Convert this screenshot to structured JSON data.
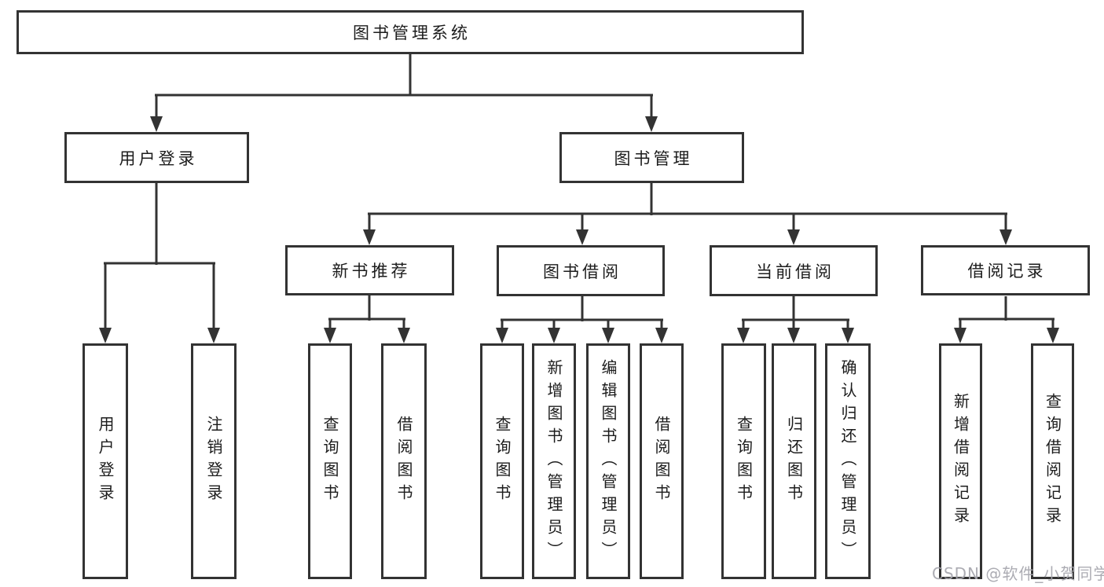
{
  "tree": {
    "root": {
      "label": "图书管理系统"
    },
    "branches": [
      {
        "label": "用户登录",
        "children": [
          {
            "label": "用户登录"
          },
          {
            "label": "注销登录"
          }
        ]
      },
      {
        "label": "图书管理",
        "children": [
          {
            "label": "新书推荐",
            "children": [
              {
                "label": "查询图书"
              },
              {
                "label": "借阅图书"
              }
            ]
          },
          {
            "label": "图书借阅",
            "children": [
              {
                "label": "查询图书"
              },
              {
                "label": "新增图书（管理员）"
              },
              {
                "label": "编辑图书（管理员）"
              },
              {
                "label": "借阅图书"
              }
            ]
          },
          {
            "label": "当前借阅",
            "children": [
              {
                "label": "查询图书"
              },
              {
                "label": "归还图书"
              },
              {
                "label": "确认归还（管理员）"
              }
            ]
          },
          {
            "label": "借阅记录",
            "children": [
              {
                "label": "新增借阅记录"
              },
              {
                "label": "查询借阅记录"
              }
            ]
          }
        ]
      }
    ]
  },
  "watermark": {
    "text": "CSDN @软件_小贺同学"
  },
  "colors": {
    "line": "#333333",
    "text": "#1c1c1c",
    "background": "#ffffff",
    "watermark": "#a5a5ad"
  }
}
